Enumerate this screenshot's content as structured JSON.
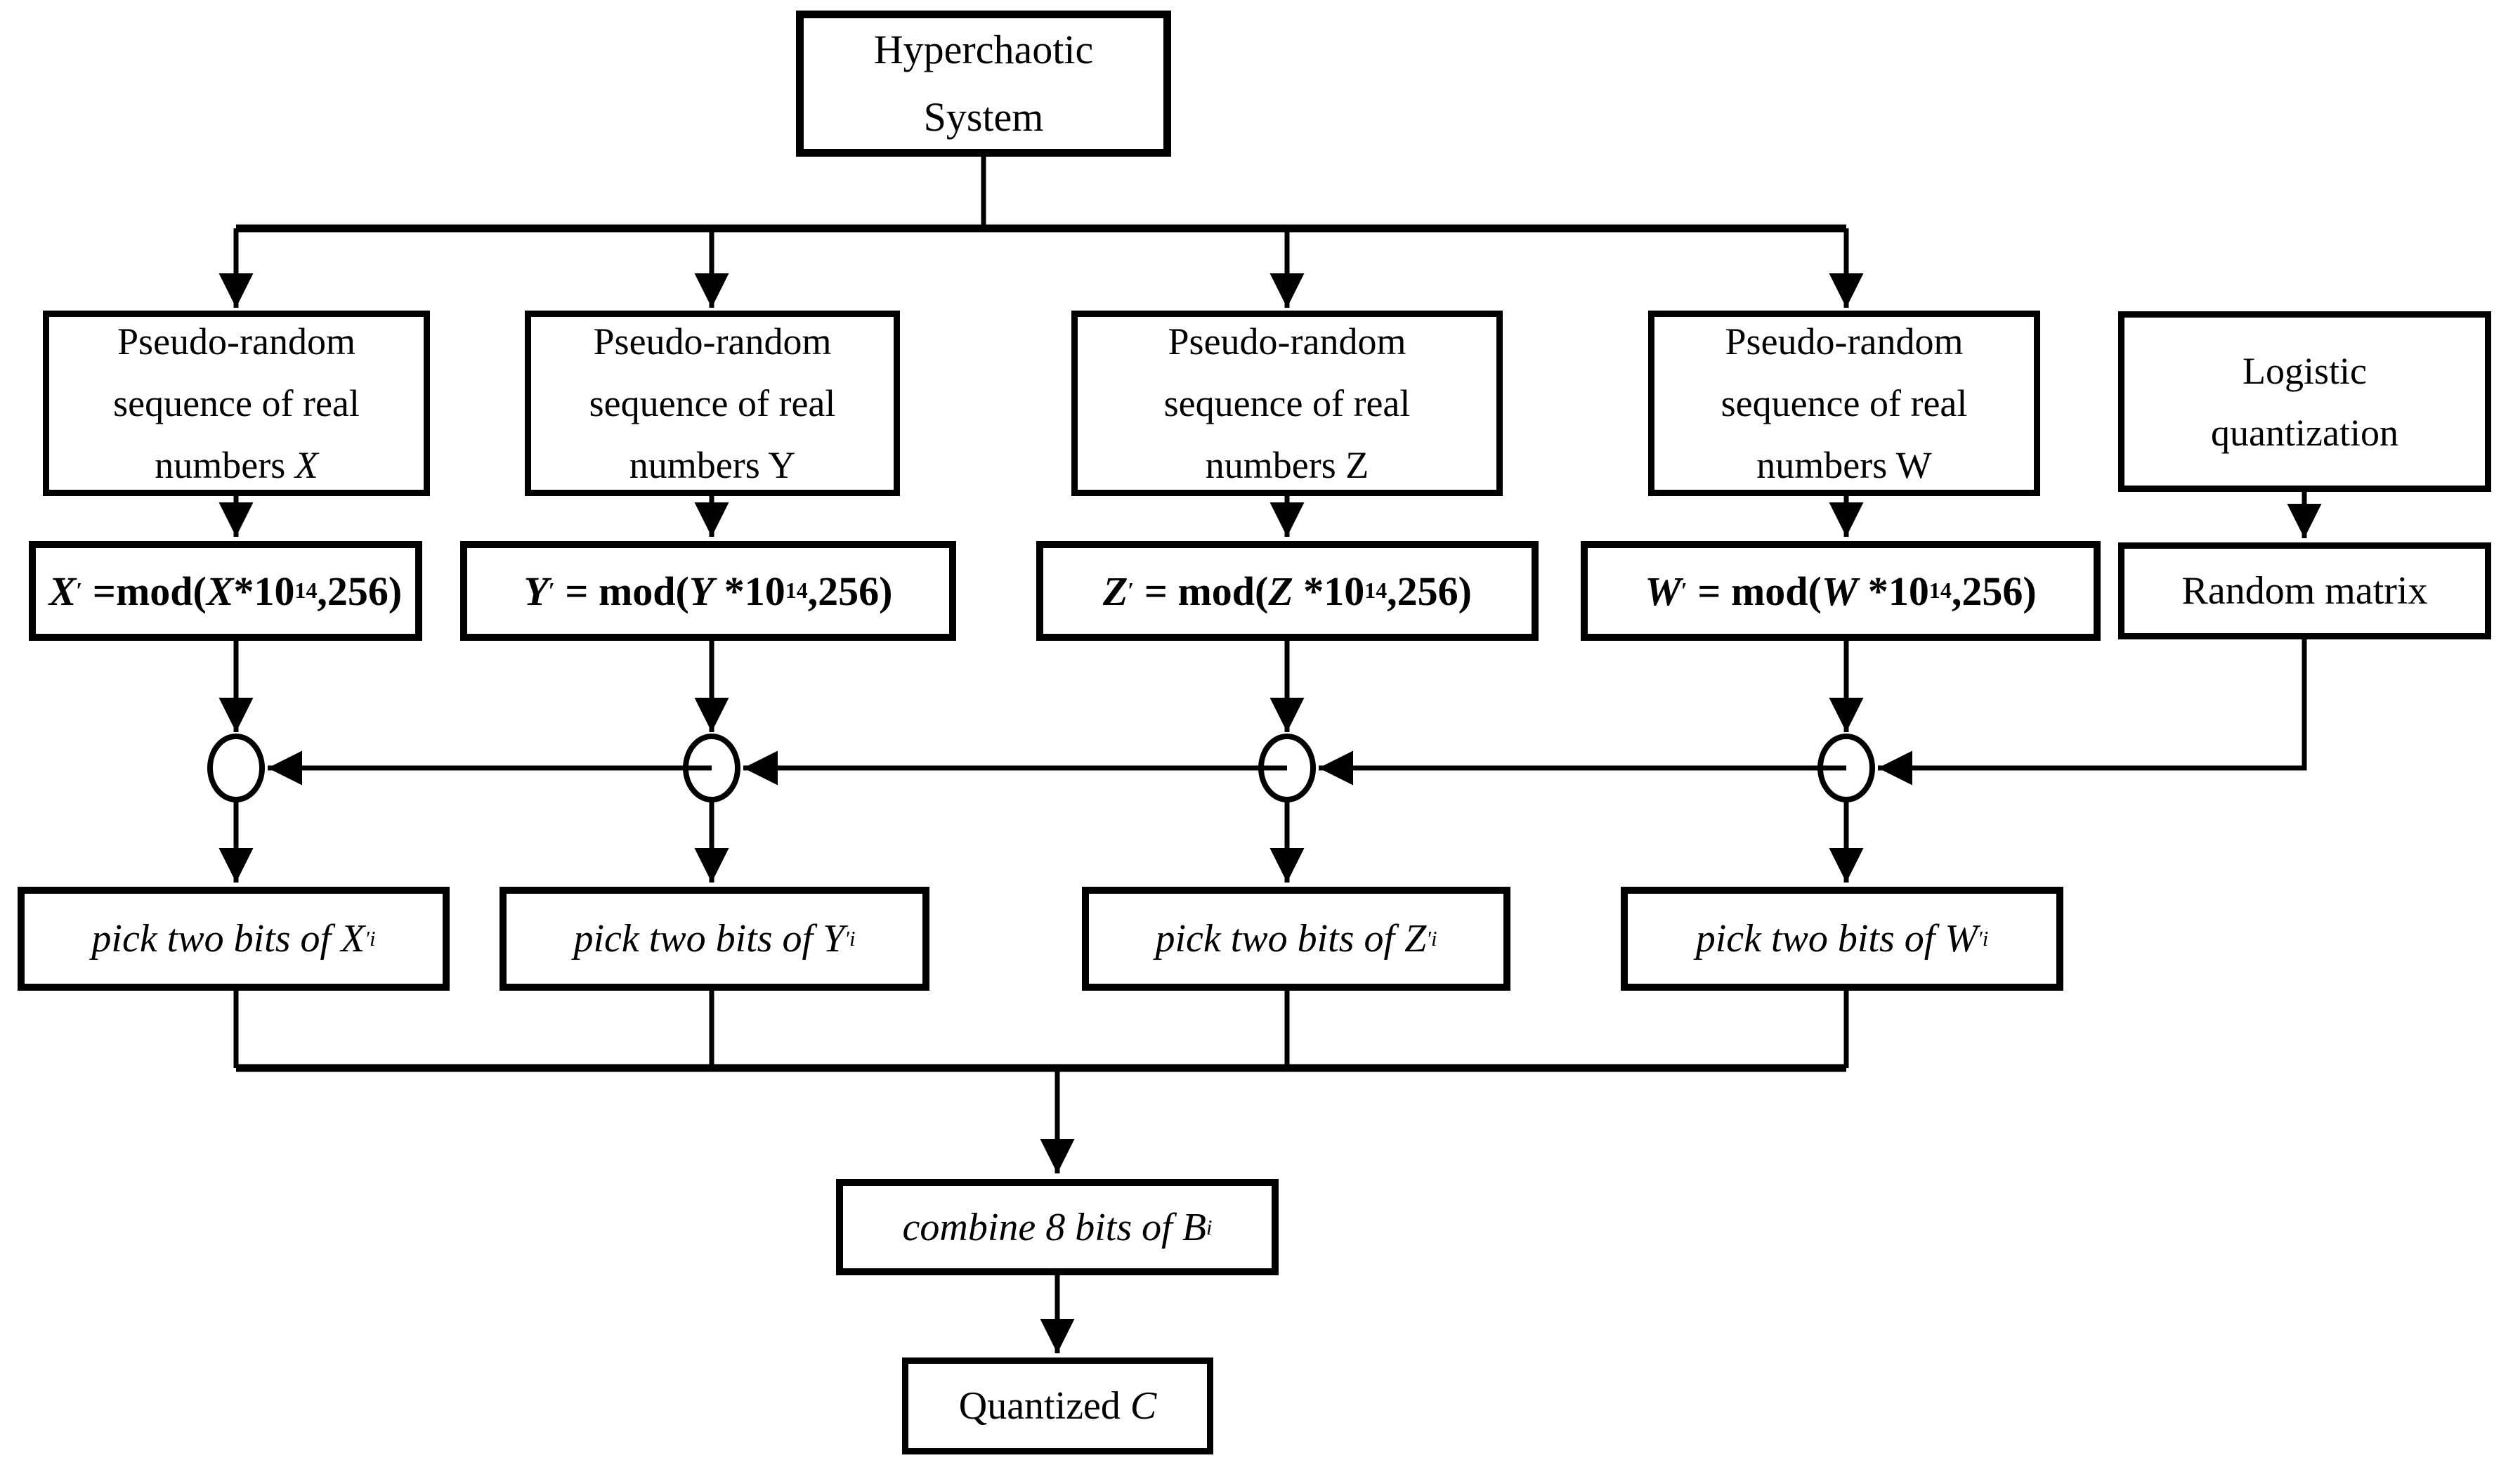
{
  "diagram": {
    "colors": {
      "background": "#ffffff",
      "line": "#000000",
      "box_fill": "#ffffff"
    },
    "top_box": {
      "line1": "Hyperchaotic",
      "line2": "System"
    },
    "generators": [
      {
        "line1": "Pseudo-random",
        "line2": "sequence of real",
        "line3_pre": "numbers ",
        "var": "X"
      },
      {
        "line1": "Pseudo-random",
        "line2": "sequence of real",
        "line3_pre": "numbers ",
        "var": "Y"
      },
      {
        "line1": "Pseudo-random",
        "line2": "sequence of real",
        "line3_pre": "numbers ",
        "var": "Z"
      },
      {
        "line1": "Pseudo-random",
        "line2": "sequence of real",
        "line3_pre": "numbers ",
        "var": "W"
      }
    ],
    "logistic_box": {
      "line1": "Logistic",
      "line2": "quantization"
    },
    "random_matrix_box": {
      "label": "Random matrix"
    },
    "formulas": [
      {
        "var": "X",
        "prime": "′",
        "mid": " =mod(",
        "base": "X",
        "mul": "*10",
        "exp": "14",
        "tail": ",256)"
      },
      {
        "var": "Y",
        "prime": "′",
        "mid": " = mod(",
        "base": "Y",
        "mul": " *10",
        "exp": "14",
        "tail": ",256)"
      },
      {
        "var": "Z",
        "prime": "′",
        "mid": " = mod(",
        "base": "Z",
        "mul": " *10",
        "exp": "14",
        "tail": ",256)"
      },
      {
        "var": "W",
        "prime": "′",
        "mid": " = mod(",
        "base": "W",
        "mul": " *10",
        "exp": "14",
        "tail": ",256)"
      }
    ],
    "xor_nodes": {
      "count": 4,
      "shape": "empty-circle"
    },
    "pick_boxes": [
      {
        "pre": "pick two bits of ",
        "var": "X",
        "prime": "′",
        "sub": "i"
      },
      {
        "pre": "pick two bits of ",
        "var": "Y",
        "prime": "′",
        "sub": "i"
      },
      {
        "pre": "pick two bits of ",
        "var": "Z",
        "prime": "′",
        "sub": "i"
      },
      {
        "pre": "pick two bits of ",
        "var": "W",
        "prime": "′",
        "sub": "i"
      }
    ],
    "combine_box": {
      "pre": "combine 8 bits of ",
      "var": "B",
      "sub": "i"
    },
    "quantized_box": {
      "pre": "Quantized ",
      "var": "C"
    }
  }
}
